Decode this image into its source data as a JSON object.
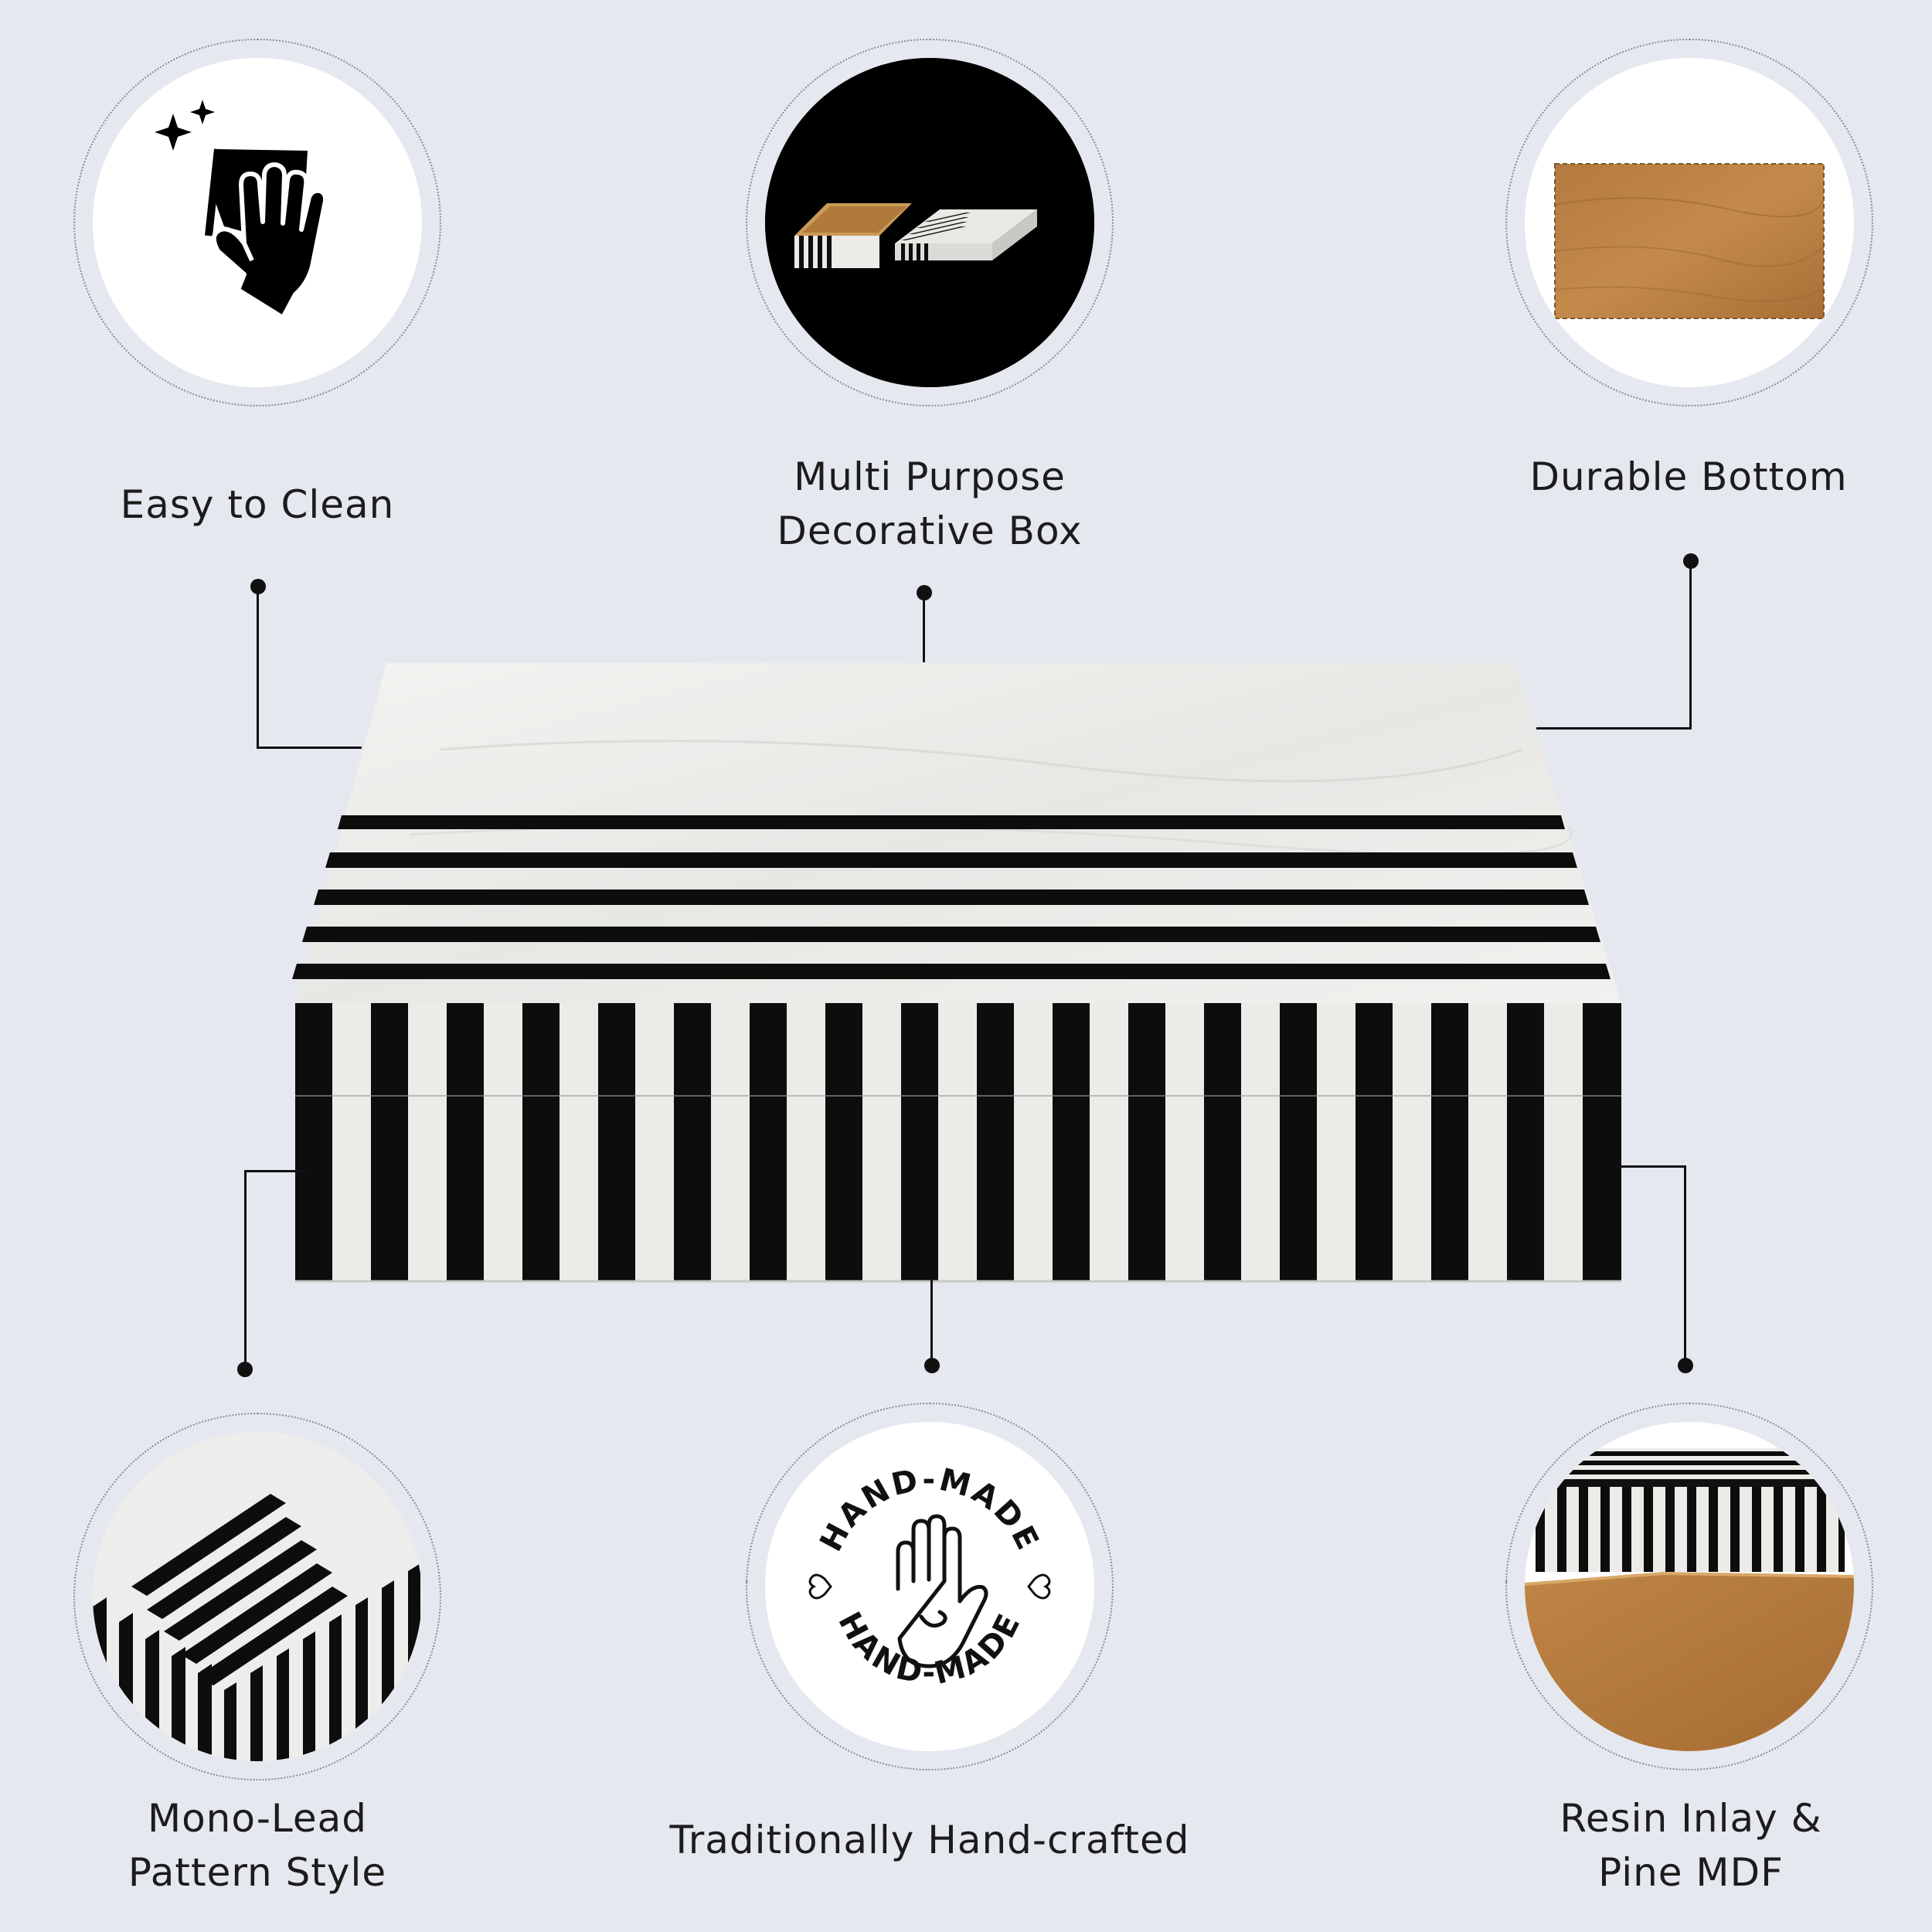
{
  "features": {
    "easy_clean": {
      "label": "Easy to Clean",
      "icon": "cleaning-cloth-hand-icon"
    },
    "multi_purpose": {
      "line1": "Multi Purpose",
      "line2": "Decorative Box"
    },
    "durable_bottom": {
      "label": "Durable Bottom"
    },
    "mono_lead": {
      "line1": "Mono-Lead",
      "line2": "Pattern Style"
    },
    "hand_crafted": {
      "label": "Traditionally Hand-crafted",
      "badge_top": "HAND-MADE",
      "badge_bottom": "HAND-MADE",
      "icon": "open-hand-icon"
    },
    "resin_inlay": {
      "line1": "Resin Inlay &",
      "line2": "Pine MDF"
    }
  },
  "colors": {
    "background": "#e6e8f0",
    "stripe_black": "#0d0d0d",
    "marble_white": "#f1f0ee",
    "wood": "#b87d3f"
  }
}
